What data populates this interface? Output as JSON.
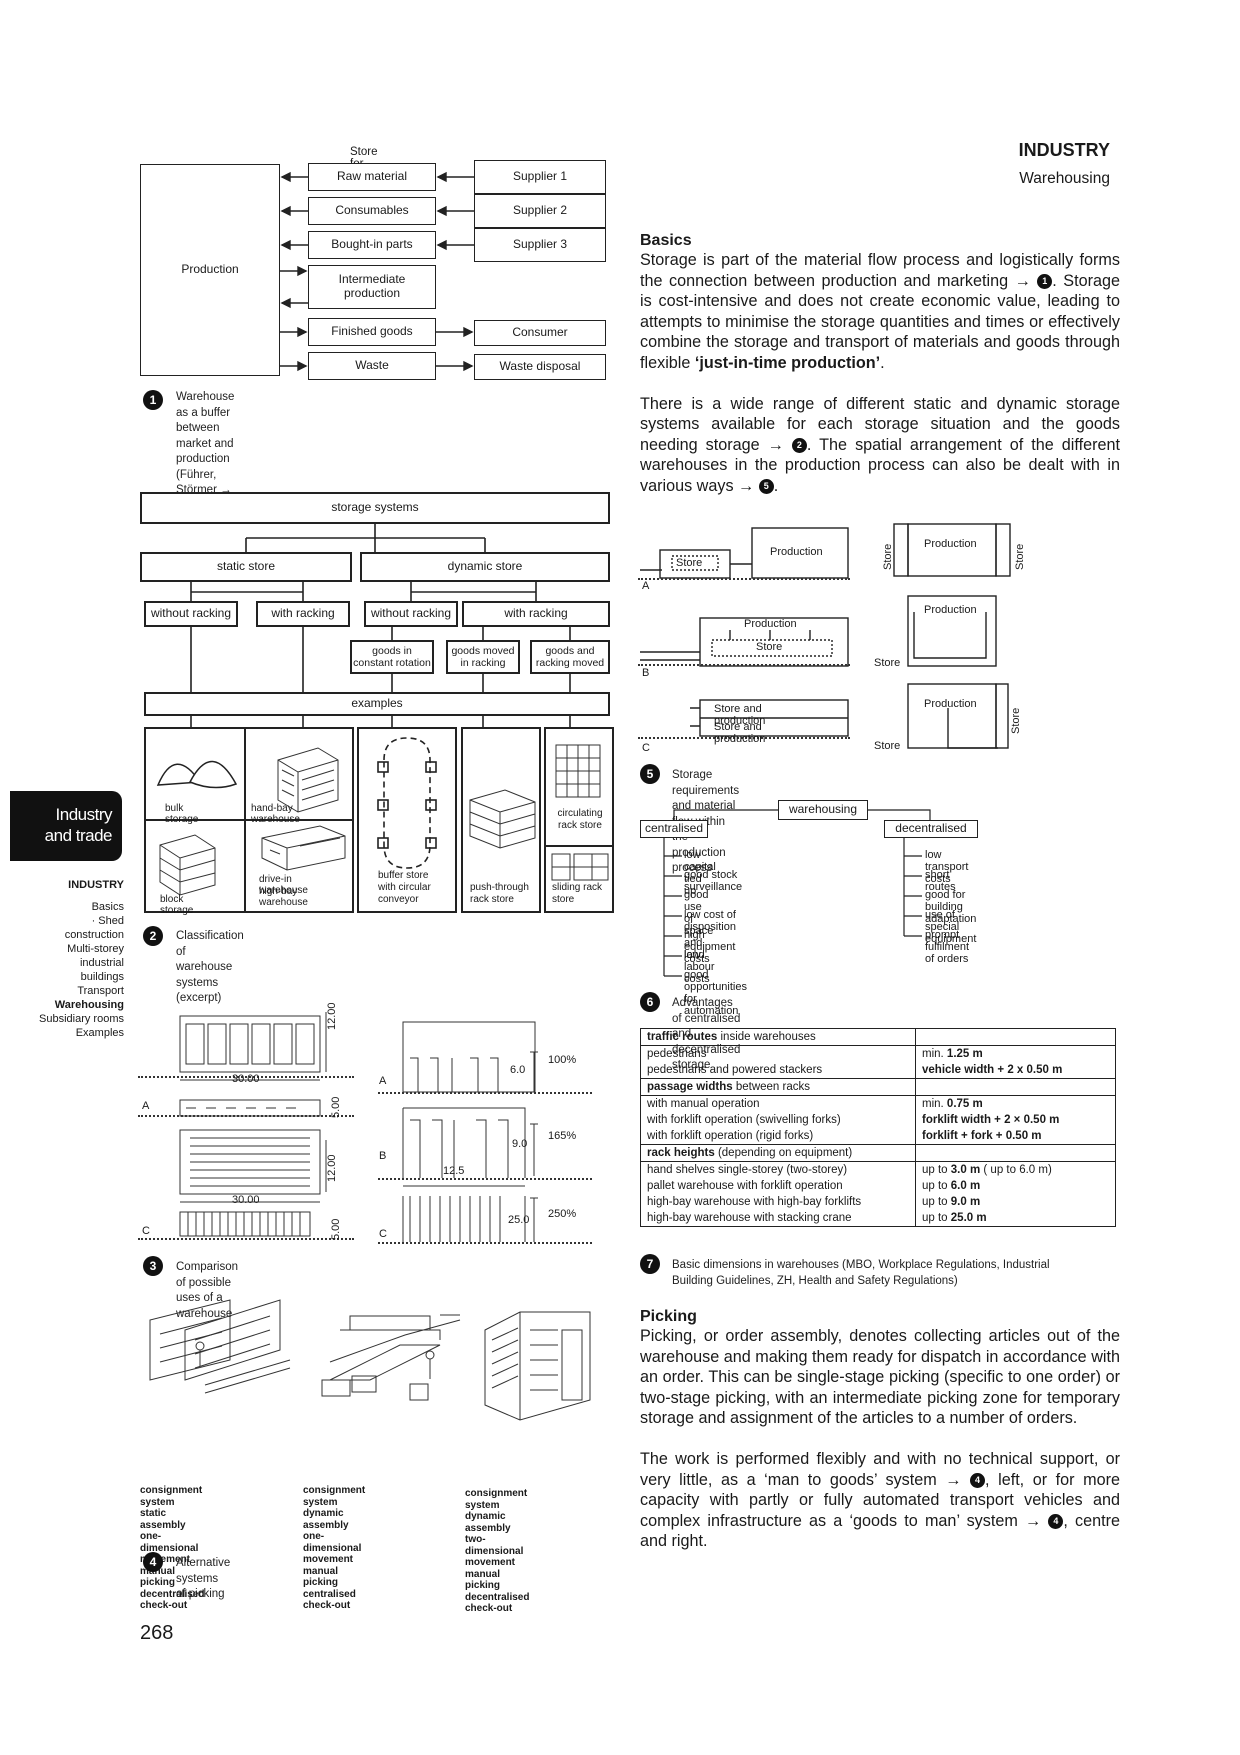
{
  "header": {
    "title": "INDUSTRY",
    "subtitle": "Warehousing"
  },
  "page_number": "268",
  "side_tab": {
    "line1": "Industry",
    "line2": "and trade"
  },
  "side_nav": {
    "heading": "INDUSTRY",
    "items": [
      "Basics",
      "· Shed",
      "construction",
      "Multi-storey",
      "industrial",
      "buildings",
      "Transport",
      "Warehousing",
      "Subsidiary rooms",
      "Examples"
    ]
  },
  "fig1": {
    "number": "1",
    "store_for": "Store for",
    "production": "Production",
    "stores": [
      "Raw material",
      "Consumables",
      "Bought-in parts",
      "Intermediate production",
      "Finished goods",
      "Waste"
    ],
    "suppliers": [
      "Supplier 1",
      "Supplier 2",
      "Supplier 3"
    ],
    "consumer": "Consumer",
    "waste_disposal": "Waste disposal",
    "caption_line1": "Warehouse as a buffer between market and production",
    "caption_line2": "(Führer, Störmer → refs)"
  },
  "fig2": {
    "number": "2",
    "storage_systems": "storage systems",
    "static_store": "static store",
    "dynamic_store": "dynamic store",
    "without_racking_1": "without racking",
    "with_racking_1": "with racking",
    "without_racking_2": "without racking",
    "with_racking_2": "with racking",
    "goods_rotation": "goods in constant rotation",
    "goods_moved": "goods moved in racking",
    "goods_racking_moved": "goods and racking moved",
    "examples": "examples",
    "bulk": "bulk storage",
    "hand_bay": "hand-bay warehouse",
    "block": "block storage",
    "drive_in": "drive-in warehouse",
    "high_bay": "high-bay warehouse",
    "buffer": "buffer store with circular conveyor",
    "push": "push-through rack store",
    "circulating": "circulating rack store",
    "sliding": "sliding rack store",
    "caption": "Classification of warehouse systems (excerpt)"
  },
  "fig3": {
    "number": "3",
    "dim_12_a": "12.00",
    "dim_30_a": "30.00",
    "dim_5_a": "5.00",
    "dim_12_b": "12.00",
    "dim_30_b": "30.00",
    "dim_5_b": "5.00",
    "dim_12_5": "12.5",
    "h_6": "6.0",
    "h_9": "9.0",
    "h_25": "25.0",
    "p100": "100%",
    "p165": "165%",
    "p250": "250%",
    "label_a": "A",
    "label_b": "B",
    "label_c": "C",
    "caption": "Comparison of possible uses of a warehouse"
  },
  "fig4": {
    "number": "4",
    "col1": [
      "consignment system",
      "static assembly",
      "one-dimensional movement",
      "manual picking",
      "decentralised check-out"
    ],
    "col2": [
      "consignment system",
      "dynamic assembly",
      "one-dimensional movement",
      "manual picking",
      "centralised check-out"
    ],
    "col3": [
      "consignment system",
      "dynamic assembly",
      "two-dimensional movement",
      "manual picking",
      "decentralised check-out"
    ],
    "caption": "Alternative systems of picking"
  },
  "basics": {
    "heading": "Basics",
    "p1_a": "Storage is part of the material flow process and logistically forms the connection between production and marketing → ",
    "p1_ref": "1",
    "p1_b": ". Storage is cost-intensive and does not create economic value, leading to attempts to minimise the storage quantities and times or effectively combine the storage and transport of materials and goods through flexible ",
    "p1_bold": "‘just-in-time production’",
    "p1_c": ".",
    "p2_a": "There is a wide range of different static and dynamic storage systems available for each storage situation and the goods needing storage → ",
    "p2_ref1": "2",
    "p2_b": ". The spatial arrangement of the different warehouses in the production process can also be dealt with in various ways → ",
    "p2_ref2": "5",
    "p2_c": "."
  },
  "fig5": {
    "number": "5",
    "production": "Production",
    "store": "Store",
    "store_and_production": "Store and production",
    "label_a": "A",
    "label_b": "B",
    "label_c": "C",
    "caption": "Storage requirements and material flow within the production process"
  },
  "fig6": {
    "number": "6",
    "warehousing": "warehousing",
    "centralised": "centralised",
    "decentralised": "decentralised",
    "centralised_items": [
      "low capital tied up",
      "good stock surveillance",
      "good use of space and land",
      "low cost of disposition",
      "high equipment costs",
      "low labour costs",
      "good opportunities for automation"
    ],
    "decentralised_items": [
      "low transport costs",
      "short routes",
      "good for building adaptation",
      "use of special equipment",
      "prompt fulfilment of orders"
    ],
    "caption": "Advantages of centralised and decentralised storage"
  },
  "fig7": {
    "number": "7",
    "sec1_bold": "traffic routes",
    "sec1_rest": " inside warehouses",
    "r1": "pedestrians",
    "v1_pre": "min. ",
    "v1_bold": "1.25 m",
    "r2": "pedestrians and powered stackers",
    "v2_bold": "vehicle width + 2 x 0.50 m",
    "sec2_bold": "passage widths",
    "sec2_rest": " between racks",
    "r3": "with manual operation",
    "v3_pre": "min. ",
    "v3_bold": "0.75 m",
    "r4": "with forklift operation (swivelling forks)",
    "v4_bold": "forklift width + 2 × 0.50 m",
    "r5": "with forklift operation (rigid forks)",
    "v5_bold": "forklift + fork + 0.50 m",
    "sec3_bold": "rack heights",
    "sec3_rest": " (depending on equipment)",
    "r6": "hand shelves single-storey (two-storey)",
    "v6_pre": "up to ",
    "v6_bold": "3.0 m",
    "v6_post": " ( up to 6.0 m)",
    "r7": "pallet warehouse with forklift operation",
    "v7_pre": "up to ",
    "v7_bold": "6.0 m",
    "r8": "high-bay warehouse with high-bay forklifts",
    "v8_pre": "up to ",
    "v8_bold": "9.0 m",
    "r9": "high-bay warehouse with stacking crane",
    "v9_pre": "up to ",
    "v9_bold": "25.0 m",
    "caption_line1": "Basic dimensions in warehouses (MBO, Workplace Regulations, Industrial",
    "caption_line2": "Building Guidelines, ZH, Health and Safety Regulations)"
  },
  "picking": {
    "heading": "Picking",
    "p1": "Picking, or order assembly, denotes collecting articles out of the warehouse and making them ready for dispatch in accordance with an order. This can be single-stage picking (specific to one order) or two-stage picking, with an intermediate picking zone for temporary storage and assignment of the articles to a number of orders.",
    "p2_a": "The work is performed flexibly and with no technical support, or very little, as a ‘man to goods’ system → ",
    "p2_ref1": "4",
    "p2_b": ", left, or for more capacity with partly or fully automated transport vehicles and complex infrastructure as a ‘goods to man’ system → ",
    "p2_ref2": "4",
    "p2_c": ", centre and right."
  }
}
